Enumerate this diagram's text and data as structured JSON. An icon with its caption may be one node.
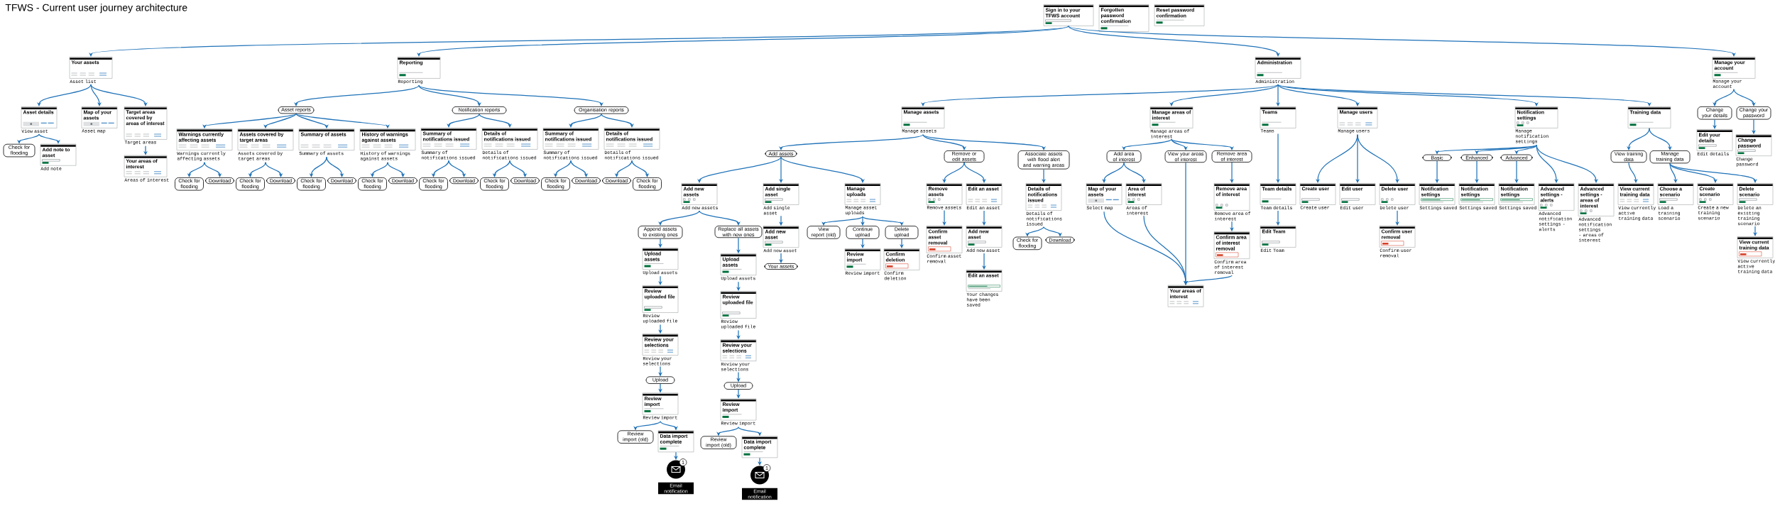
{
  "diagram": {
    "title": "TFWS - Current user journey architecture",
    "nodes": [
      {
        "text": [
          "Sign in to your TFWS account"
        ]
      },
      {
        "text": [
          "Forgotten password confirmation"
        ]
      },
      {
        "text": [
          "Reset password confirmation"
        ]
      },
      {
        "text": [
          "Your assets"
        ],
        "beside": [
          "Asset list"
        ]
      },
      {
        "text": [
          "Asset details"
        ],
        "beside": [
          "View asset"
        ]
      },
      {
        "text": [
          "Check for flooding"
        ]
      },
      {
        "text": [
          "Add note to asset"
        ],
        "beside": [
          "Add note"
        ]
      },
      {
        "text": [
          "Map of your assets"
        ],
        "beside": [
          "Asset map"
        ]
      },
      {
        "text": [
          "Target areas covered by areas of interest"
        ],
        "beside": [
          "Target areas"
        ]
      },
      {
        "text": [
          "Your areas of interest"
        ],
        "beside": [
          "Areas of interest"
        ]
      },
      {
        "text": [
          "Reporting"
        ],
        "beside": [
          "Reporting"
        ]
      },
      {
        "text": [
          "Asset reports"
        ]
      },
      {
        "text": [
          "Warnings currently affecting assets"
        ],
        "beside": [
          "Warnings currently affecting assets"
        ]
      },
      {
        "text": [
          "Check for flooding"
        ]
      },
      {
        "text": [
          "Download"
        ]
      },
      {
        "text": [
          "Assets covered by target areas"
        ],
        "beside": [
          "Assets covered by target areas"
        ]
      },
      {
        "text": [
          "Check for flooding"
        ]
      },
      {
        "text": [
          "Download"
        ]
      },
      {
        "text": [
          "Summary of assets"
        ],
        "beside": [
          "Summary of assets"
        ]
      },
      {
        "text": [
          "Check for flooding"
        ]
      },
      {
        "text": [
          "Download"
        ]
      },
      {
        "text": [
          "History of warnings against assets"
        ],
        "beside": [
          "History of warnings against assets"
        ]
      },
      {
        "text": [
          "Check for flooding"
        ]
      },
      {
        "text": [
          "Download"
        ]
      },
      {
        "text": [
          "Notification reports"
        ]
      },
      {
        "text": [
          "Summary of notifications issued"
        ],
        "beside": [
          "Summary of notifications issued"
        ]
      },
      {
        "text": [
          "Check for flooding"
        ]
      },
      {
        "text": [
          "Download"
        ]
      },
      {
        "text": [
          "Details of notifications issued"
        ],
        "beside": [
          "Details of notifications issued"
        ]
      },
      {
        "text": [
          "Check for flooding"
        ]
      },
      {
        "text": [
          "Download"
        ]
      },
      {
        "text": [
          "Organisation reports"
        ]
      },
      {
        "text": [
          "Summary of notifications issued"
        ],
        "beside": [
          "Summary of notifications issued"
        ]
      },
      {
        "text": [
          "Check for flooding"
        ]
      },
      {
        "text": [
          "Download"
        ]
      },
      {
        "text": [
          "Details of notifications issued"
        ],
        "beside": [
          "Details of notifications issued"
        ]
      },
      {
        "text": [
          "Download"
        ]
      },
      {
        "text": [
          "Check for flooding"
        ]
      },
      {
        "text": [
          "Administration"
        ],
        "beside": [
          "Administration"
        ]
      },
      {
        "text": [
          "Manage assets"
        ],
        "beside": [
          "Manage assets"
        ]
      },
      {
        "text": [
          "Add assets"
        ]
      },
      {
        "text": [
          "Add new assets"
        ],
        "beside": [
          "Add new assets"
        ]
      },
      {
        "text": [
          "Append assets to existing ones"
        ]
      },
      {
        "text": [
          "Upload assets"
        ],
        "beside": [
          "Upload assets"
        ]
      },
      {
        "text": [
          "Review uploaded file"
        ],
        "beside": [
          "Review uploaded file"
        ]
      },
      {
        "text": [
          "Review your selections"
        ],
        "beside": [
          "Review your selections"
        ]
      },
      {
        "text": [
          "Upload"
        ]
      },
      {
        "text": [
          "Review import"
        ],
        "beside": [
          "Review import"
        ]
      },
      {
        "text": [
          "Review import (old)"
        ]
      },
      {
        "text": [
          "Data import complete"
        ]
      },
      {
        "text": [],
        "shape": "circle",
        "beside": [
          "1"
        ]
      },
      {
        "text": [
          "Email notification"
        ]
      },
      {
        "text": [
          "Replace all assets with new ones"
        ]
      },
      {
        "text": [
          "Upload assets"
        ],
        "beside": [
          "Upload assets"
        ]
      },
      {
        "text": [
          "Review uploaded file"
        ],
        "beside": [
          "Review uploaded file"
        ]
      },
      {
        "text": [
          "Review your selections"
        ],
        "beside": [
          "Review your selections"
        ]
      },
      {
        "text": [
          "Upload"
        ]
      },
      {
        "text": [
          "Review import"
        ],
        "beside": [
          "Review import"
        ]
      },
      {
        "text": [
          "Review import (old)"
        ]
      },
      {
        "text": [
          "Data import complete"
        ]
      },
      {
        "text": [],
        "shape": "circle",
        "beside": [
          "1"
        ]
      },
      {
        "text": [
          "Email notification"
        ]
      },
      {
        "text": [
          "Add single asset"
        ],
        "beside": [
          "Add single asset"
        ]
      },
      {
        "text": [
          "Add new asset"
        ],
        "beside": [
          "Add new asset"
        ]
      },
      {
        "text": [
          "Your assets"
        ]
      },
      {
        "text": [
          "Manage uploads"
        ],
        "beside": [
          "Manage asset uploads"
        ]
      },
      {
        "text": [
          "View report (old)"
        ]
      },
      {
        "text": [
          "Continue upload"
        ]
      },
      {
        "text": [
          "Delete upload"
        ]
      },
      {
        "text": [
          "Review import"
        ],
        "beside": [
          "Review import"
        ]
      },
      {
        "text": [
          "Confirm deletion"
        ],
        "beside": [
          "Confirm deletion"
        ]
      },
      {
        "text": [
          "Remove or edit assets"
        ]
      },
      {
        "text": [
          "Remove assets"
        ],
        "beside": [
          "Remove assets"
        ]
      },
      {
        "text": [
          "Confirm asset removal"
        ],
        "beside": [
          "Confirm asset removal"
        ]
      },
      {
        "text": [
          "Edit an asset"
        ],
        "beside": [
          "Edit an asset"
        ]
      },
      {
        "text": [
          "Add new asset"
        ],
        "beside": [
          "Add new asset"
        ]
      },
      {
        "text": [
          "Edit an asset"
        ],
        "beside": [
          "Your changes have been saved"
        ]
      },
      {
        "text": [
          "Associate assets with flood alert and warning areas"
        ]
      },
      {
        "text": [
          "Details of notifications issued"
        ],
        "beside": [
          "Details of notifications issued"
        ]
      },
      {
        "text": [
          "Check for flooding"
        ]
      },
      {
        "text": [
          "Download"
        ]
      },
      {
        "text": [
          "Manage areas of interest"
        ],
        "beside": [
          "Manage areas of interest"
        ]
      },
      {
        "text": [
          "Add area of interest"
        ]
      },
      {
        "text": [
          "Map of your assets"
        ],
        "beside": [
          "Select map"
        ]
      },
      {
        "text": [
          "Area of interest"
        ],
        "beside": [
          "Areas of interest"
        ]
      },
      {
        "text": [
          "View your areas of interest"
        ]
      },
      {
        "text": [
          "Remove area of interest"
        ]
      },
      {
        "text": [
          "Remove area of interest"
        ],
        "beside": [
          "Remove area of interest"
        ]
      },
      {
        "text": [
          "Confirm area of interest removal"
        ],
        "beside": [
          "Confirm area of interest removal"
        ]
      },
      {
        "text": [
          "Your areas of interest"
        ]
      },
      {
        "text": [
          "Teams"
        ],
        "beside": [
          "Teams"
        ]
      },
      {
        "text": [
          "Team details"
        ],
        "beside": [
          "Team details"
        ]
      },
      {
        "text": [
          "Edit Team"
        ],
        "beside": [
          "Edit Team"
        ]
      },
      {
        "text": [
          "Manage users"
        ],
        "beside": [
          "Manage users"
        ]
      },
      {
        "text": [
          "Create user"
        ],
        "beside": [
          "Create user"
        ]
      },
      {
        "text": [
          "Edit user"
        ],
        "beside": [
          "Edit user"
        ]
      },
      {
        "text": [
          "Delete user"
        ],
        "beside": [
          "Delete user"
        ]
      },
      {
        "text": [
          "Confirm user removal"
        ],
        "beside": [
          "Confirm user removal"
        ]
      },
      {
        "text": [
          "Notification settings"
        ],
        "beside": [
          "Manage notification settings"
        ]
      },
      {
        "text": [
          "Basic"
        ]
      },
      {
        "text": [
          "Notification settings"
        ],
        "beside": [
          "Settings saved"
        ]
      },
      {
        "text": [
          "Enhanced"
        ]
      },
      {
        "text": [
          "Notification settings"
        ],
        "beside": [
          "Settings saved"
        ]
      },
      {
        "text": [
          "Advanced"
        ]
      },
      {
        "text": [
          "Notification settings"
        ],
        "beside": [
          "Settings saved"
        ]
      },
      {
        "text": [
          "Advanced settings - alerts"
        ],
        "beside": [
          "Advanced notification settings - alerts"
        ]
      },
      {
        "text": [
          "Advanced settings - areas of interest"
        ],
        "beside": [
          "Advanced notification settings - areas of interest"
        ]
      },
      {
        "text": [
          "Training data"
        ]
      },
      {
        "text": [
          "View training data"
        ]
      },
      {
        "text": [
          "View current training data"
        ],
        "beside": [
          "View currently active training data"
        ]
      },
      {
        "text": [
          "Manage training data"
        ]
      },
      {
        "text": [
          "Choose a scenario"
        ],
        "beside": [
          "Load a training scenario"
        ]
      },
      {
        "text": [
          "Create scenario"
        ],
        "beside": [
          "Create a new training scenario"
        ]
      },
      {
        "text": [
          "Delete scenario"
        ],
        "beside": [
          "Delete an existing training scenario"
        ]
      },
      {
        "text": [
          "View current training data"
        ],
        "beside": [
          "View currently active training data"
        ]
      },
      {
        "text": [
          "Manage your account"
        ],
        "beside": [
          "Manage your account"
        ]
      },
      {
        "text": [
          "Change your details"
        ]
      },
      {
        "text": [
          "Edit your details"
        ],
        "beside": [
          "Edit details"
        ]
      },
      {
        "text": [
          "Change your password"
        ]
      },
      {
        "text": [
          "Change password"
        ],
        "beside": [
          "Change password"
        ]
      }
    ],
    "edges": [
      {
        "from": 0,
        "to": 3,
        "arrow": "to"
      },
      {
        "from": 0,
        "to": 10,
        "arrow": "to"
      },
      {
        "from": 0,
        "to": 38,
        "arrow": "to"
      },
      {
        "from": 0,
        "to": 115,
        "arrow": "to"
      },
      {
        "from": 3,
        "to": 4,
        "arrow": "to"
      },
      {
        "from": 3,
        "to": 7,
        "arrow": "to"
      },
      {
        "from": 3,
        "to": 8,
        "arrow": "to"
      },
      {
        "from": 4,
        "to": 5,
        "arrow": "to"
      },
      {
        "from": 4,
        "to": 6,
        "arrow": "to"
      },
      {
        "from": 8,
        "to": 9,
        "arrow": "to"
      },
      {
        "from": 10,
        "to": 11,
        "arrow": "to"
      },
      {
        "from": 10,
        "to": 24,
        "arrow": "to"
      },
      {
        "from": 10,
        "to": 31,
        "arrow": "to"
      },
      {
        "from": 11,
        "to": 12,
        "arrow": "to"
      },
      {
        "from": 11,
        "to": 15,
        "arrow": "to"
      },
      {
        "from": 11,
        "to": 18,
        "arrow": "to"
      },
      {
        "from": 11,
        "to": 21,
        "arrow": "to"
      },
      {
        "from": 12,
        "to": 13,
        "arrow": "to"
      },
      {
        "from": 12,
        "to": 14,
        "arrow": "to"
      },
      {
        "from": 15,
        "to": 16,
        "arrow": "to"
      },
      {
        "from": 15,
        "to": 17,
        "arrow": "to"
      },
      {
        "from": 18,
        "to": 19,
        "arrow": "to"
      },
      {
        "from": 18,
        "to": 20,
        "arrow": "to"
      },
      {
        "from": 21,
        "to": 22,
        "arrow": "to"
      },
      {
        "from": 21,
        "to": 23,
        "arrow": "to"
      },
      {
        "from": 24,
        "to": 25,
        "arrow": "to"
      },
      {
        "from": 24,
        "to": 28,
        "arrow": "to"
      },
      {
        "from": 25,
        "to": 26,
        "arrow": "to"
      },
      {
        "from": 25,
        "to": 27,
        "arrow": "to"
      },
      {
        "from": 28,
        "to": 29,
        "arrow": "to"
      },
      {
        "from": 28,
        "to": 30,
        "arrow": "to"
      },
      {
        "from": 31,
        "to": 32,
        "arrow": "to"
      },
      {
        "from": 31,
        "to": 35,
        "arrow": "to"
      },
      {
        "from": 32,
        "to": 33,
        "arrow": "to"
      },
      {
        "from": 32,
        "to": 34,
        "arrow": "to"
      },
      {
        "from": 35,
        "to": 36,
        "arrow": "to"
      },
      {
        "from": 35,
        "to": 37,
        "arrow": "to"
      },
      {
        "from": 38,
        "to": 39,
        "arrow": "to"
      },
      {
        "from": 38,
        "to": 81,
        "arrow": "to"
      },
      {
        "from": 38,
        "to": 90,
        "arrow": "to"
      },
      {
        "from": 38,
        "to": 93,
        "arrow": "to"
      },
      {
        "from": 38,
        "to": 98,
        "arrow": "to"
      },
      {
        "from": 38,
        "to": 107,
        "arrow": "to"
      },
      {
        "from": 39,
        "to": 40,
        "arrow": "to"
      },
      {
        "from": 39,
        "to": 71,
        "arrow": "to"
      },
      {
        "from": 39,
        "to": 77,
        "arrow": "to"
      },
      {
        "from": 40,
        "to": 41,
        "arrow": "to"
      },
      {
        "from": 40,
        "to": 62,
        "arrow": "to"
      },
      {
        "from": 40,
        "to": 65,
        "arrow": "to"
      },
      {
        "from": 41,
        "to": 42,
        "arrow": "to"
      },
      {
        "from": 41,
        "to": 52,
        "arrow": "to"
      },
      {
        "from": 42,
        "to": 43,
        "arrow": "to"
      },
      {
        "from": 43,
        "to": 44,
        "arrow": "to"
      },
      {
        "from": 44,
        "to": 45,
        "arrow": "to"
      },
      {
        "from": 45,
        "to": 46,
        "arrow": "to"
      },
      {
        "from": 46,
        "to": 47,
        "arrow": "to"
      },
      {
        "from": 47,
        "to": 48,
        "arrow": "to"
      },
      {
        "from": 47,
        "to": 49,
        "arrow": "to"
      },
      {
        "from": 49,
        "to": 50,
        "arrow": "to"
      },
      {
        "from": 52,
        "to": 53,
        "arrow": "to"
      },
      {
        "from": 53,
        "to": 54,
        "arrow": "to"
      },
      {
        "from": 54,
        "to": 55,
        "arrow": "to"
      },
      {
        "from": 55,
        "to": 56,
        "arrow": "to"
      },
      {
        "from": 56,
        "to": 57,
        "arrow": "to"
      },
      {
        "from": 57,
        "to": 58,
        "arrow": "to"
      },
      {
        "from": 57,
        "to": 59,
        "arrow": "to"
      },
      {
        "from": 59,
        "to": 60,
        "arrow": "to"
      },
      {
        "from": 62,
        "to": 63,
        "arrow": "to"
      },
      {
        "from": 63,
        "to": 64,
        "arrow": "to"
      },
      {
        "from": 65,
        "to": 66,
        "arrow": "to"
      },
      {
        "from": 65,
        "to": 67,
        "arrow": "to"
      },
      {
        "from": 65,
        "to": 68,
        "arrow": "to"
      },
      {
        "from": 67,
        "to": 69,
        "arrow": "to"
      },
      {
        "from": 68,
        "to": 70,
        "arrow": "to"
      },
      {
        "from": 71,
        "to": 72,
        "arrow": "to"
      },
      {
        "from": 71,
        "to": 74,
        "arrow": "to"
      },
      {
        "from": 72,
        "to": 73,
        "arrow": "to"
      },
      {
        "from": 74,
        "to": 75,
        "arrow": "to"
      },
      {
        "from": 75,
        "to": 76,
        "arrow": "to"
      },
      {
        "from": 77,
        "to": 78,
        "arrow": "to"
      },
      {
        "from": 78,
        "to": 79,
        "arrow": "to"
      },
      {
        "from": 78,
        "to": 80,
        "arrow": "to"
      },
      {
        "from": 81,
        "to": 82,
        "arrow": "to"
      },
      {
        "from": 81,
        "to": 85,
        "arrow": "to"
      },
      {
        "from": 81,
        "to": 86,
        "arrow": "to"
      },
      {
        "from": 82,
        "to": 83,
        "arrow": "to"
      },
      {
        "from": 82,
        "to": 84,
        "arrow": "to"
      },
      {
        "from": 86,
        "to": 87,
        "arrow": "to"
      },
      {
        "from": 87,
        "to": 88,
        "arrow": "to"
      },
      {
        "from": 83,
        "to": 89,
        "arrow": "to"
      },
      {
        "from": 84,
        "to": 89,
        "arrow": "to"
      },
      {
        "from": 85,
        "to": 89,
        "arrow": "to"
      },
      {
        "from": 88,
        "to": 89,
        "arrow": "to"
      },
      {
        "from": 90,
        "to": 91,
        "arrow": "to"
      },
      {
        "from": 91,
        "to": 92,
        "arrow": "to"
      },
      {
        "from": 93,
        "to": 94,
        "arrow": "to"
      },
      {
        "from": 93,
        "to": 95,
        "arrow": "to"
      },
      {
        "from": 93,
        "to": 96,
        "arrow": "to"
      },
      {
        "from": 96,
        "to": 97,
        "arrow": "to"
      },
      {
        "from": 98,
        "to": 99,
        "arrow": "to"
      },
      {
        "from": 98,
        "to": 101,
        "arrow": "to"
      },
      {
        "from": 98,
        "to": 103,
        "arrow": "to"
      },
      {
        "from": 98,
        "to": 105,
        "arrow": "to"
      },
      {
        "from": 98,
        "to": 106,
        "arrow": "to"
      },
      {
        "from": 99,
        "to": 100,
        "arrow": "to"
      },
      {
        "from": 101,
        "to": 102,
        "arrow": "to"
      },
      {
        "from": 103,
        "to": 104,
        "arrow": "to"
      },
      {
        "from": 107,
        "to": 108,
        "arrow": "to"
      },
      {
        "from": 107,
        "to": 110,
        "arrow": "to"
      },
      {
        "from": 108,
        "to": 109,
        "arrow": "to"
      },
      {
        "from": 110,
        "to": 111,
        "arrow": "to"
      },
      {
        "from": 110,
        "to": 112,
        "arrow": "to"
      },
      {
        "from": 110,
        "to": 113,
        "arrow": "to"
      },
      {
        "from": 113,
        "to": 114,
        "arrow": "to"
      },
      {
        "from": 115,
        "to": 116,
        "arrow": "to"
      },
      {
        "from": 115,
        "to": 118,
        "arrow": "to"
      },
      {
        "from": 116,
        "to": 117,
        "arrow": "to"
      },
      {
        "from": 118,
        "to": 119,
        "arrow": "to"
      }
    ]
  }
}
